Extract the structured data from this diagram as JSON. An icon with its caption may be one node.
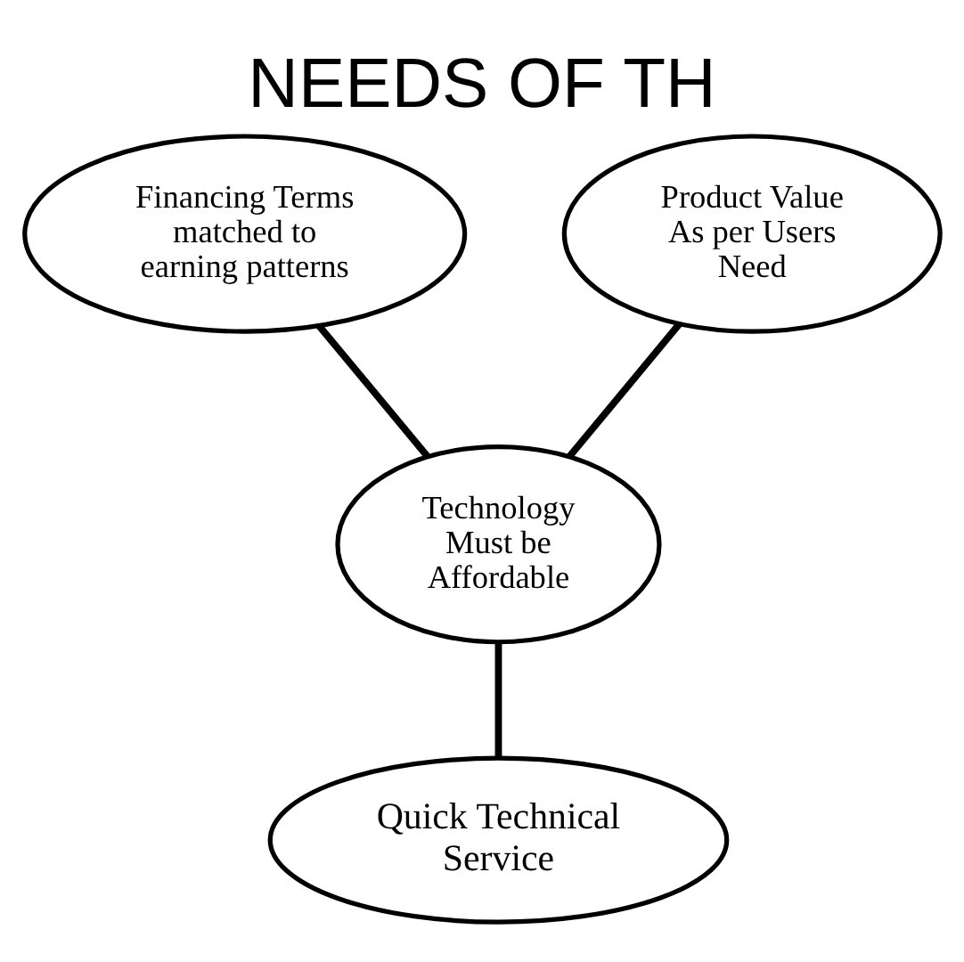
{
  "diagram": {
    "title": "NEEDS OF TH",
    "nodes": [
      {
        "text": [
          "Financing Terms matched to earning patterns"
        ]
      },
      {
        "text": [
          "Product Value As per Users Need"
        ]
      },
      {
        "text": [
          "Technology Must be Affordable"
        ]
      },
      {
        "text": [
          "Quick Technical Service"
        ]
      }
    ],
    "edges": [
      {
        "from": 0,
        "to": 2,
        "arrow": "none"
      },
      {
        "from": 1,
        "to": 2,
        "arrow": "none"
      },
      {
        "from": 2,
        "to": 3,
        "arrow": "none"
      }
    ]
  }
}
